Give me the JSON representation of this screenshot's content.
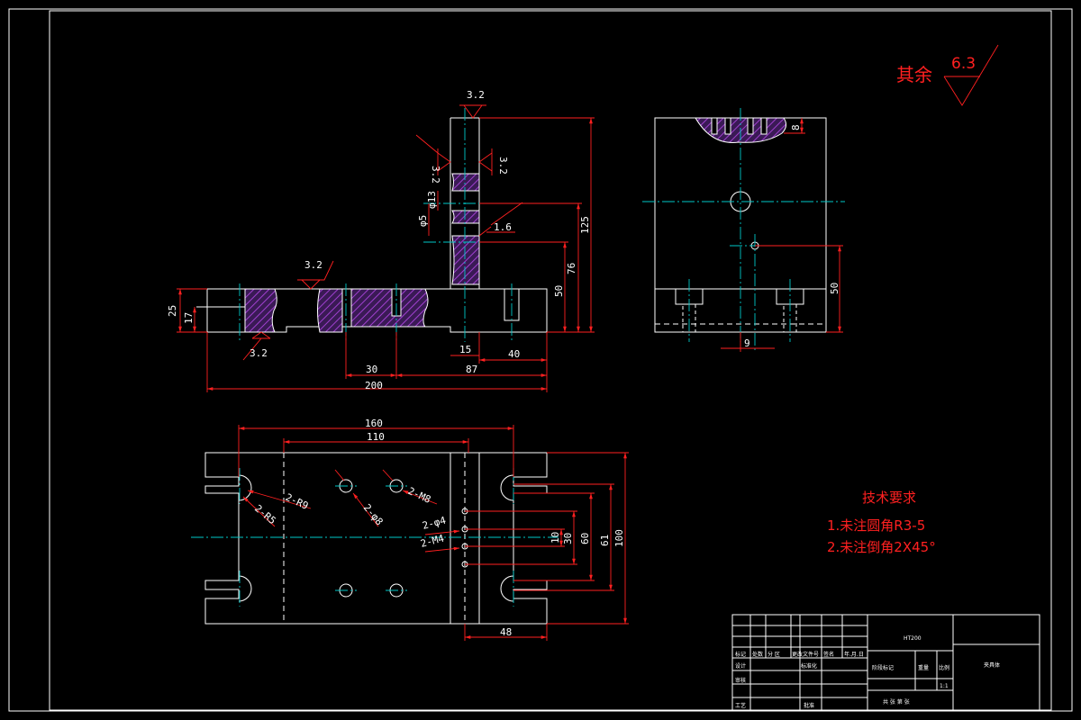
{
  "surface": {
    "rest_label": "其余",
    "value": "6.3"
  },
  "roughness": {
    "top": "3.2",
    "left": "3.2",
    "right": "3.2",
    "fine": "1.6",
    "base_top": "3.2",
    "base_bottom": "3.2"
  },
  "dims_front": {
    "d200": "200",
    "d87": "87",
    "d30": "30",
    "d40": "40",
    "d15": "15",
    "d25": "25",
    "d17": "17",
    "d50": "50",
    "d76": "76",
    "d125": "125",
    "phi13": "φ13",
    "phi5": "φ5"
  },
  "dims_side": {
    "d8": "8",
    "d50": "50",
    "d9": "9"
  },
  "dims_top": {
    "d160": "160",
    "d110": "110",
    "d48": "48",
    "d10": "10",
    "d30": "30",
    "d60": "60",
    "d61": "61",
    "d100": "100",
    "r9": "2-R9",
    "r5": "2-R5",
    "phi8": "2-φ8",
    "m8": "2-M8",
    "phi4": "2-φ4",
    "m4": "2-M4"
  },
  "tech": {
    "title": "技术要求",
    "item1": "1.未注圆角R3-5",
    "item2": "2.未注倒角2X45°"
  },
  "title_block": {
    "material": "HT200",
    "part_name": "夹具体",
    "scale": "1:1",
    "row_mark": "标记",
    "row_count": "处数",
    "row_zone": "分 区",
    "row_change": "更改文件号",
    "row_sign": "签名",
    "row_date": "年.月.日",
    "design": "设计",
    "std": "标准化",
    "stage": "阶段标记",
    "weight": "重量",
    "ratio": "比例",
    "check": "审核",
    "craft": "工艺",
    "approve": "批准",
    "sheets": "共  张  第  张"
  }
}
